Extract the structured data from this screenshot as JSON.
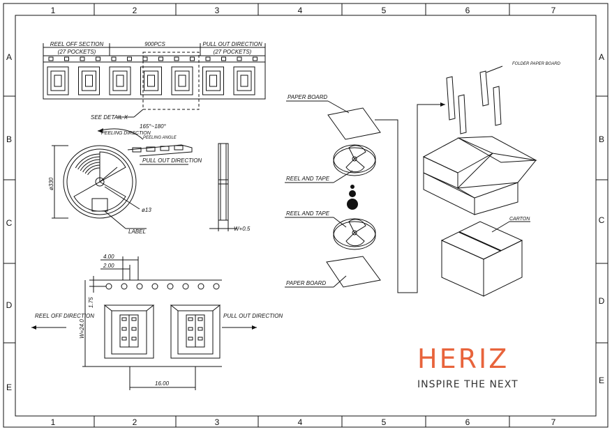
{
  "frame": {
    "columns": [
      "1",
      "2",
      "3",
      "4",
      "5",
      "6",
      "7"
    ],
    "rows": [
      "A",
      "B",
      "C",
      "D",
      "E"
    ]
  },
  "tape": {
    "reel_off_section": "REEL OFF SECTION",
    "reel_off_pockets": "(27 POCKETS)",
    "count": "900PCS",
    "pull_out_direction": "PULL OUT DIRECTION",
    "pull_out_pockets": "(27 POCKETS)",
    "see_detail": "SEE DETAIL X"
  },
  "reel": {
    "angle": "165°~180°",
    "peeling_direction": "PEELING DIRECTION",
    "peeling_angle": "PEELING ANGLE",
    "pull_out_direction": "PULL OUT DIRECTION",
    "diameter": "ø330",
    "hub": "ø13",
    "label": "LABEL",
    "width": "W+0.5"
  },
  "detail": {
    "dim_4": "4.00",
    "dim_2": "2.00",
    "dim_175": "1.75",
    "dim_w": "W=24.0",
    "dim_16": "16.00",
    "reel_off_direction": "REEL OFF DIRECTION",
    "pull_out_direction": "PULL OUT DIRECTION"
  },
  "packaging": {
    "paper_board_top": "PAPER BOARD",
    "reel_and_tape_1": "REEL AND TAPE",
    "reel_and_tape_2": "REEL AND TAPE",
    "paper_board_bottom": "PAPER BOARD",
    "folder_paper_board": "FOLDER PAPER BOARD",
    "carton": "CARTON"
  },
  "brand": {
    "name": "HERIZ",
    "tagline": "INSPIRE THE NEXT",
    "color": "#e8643c"
  }
}
